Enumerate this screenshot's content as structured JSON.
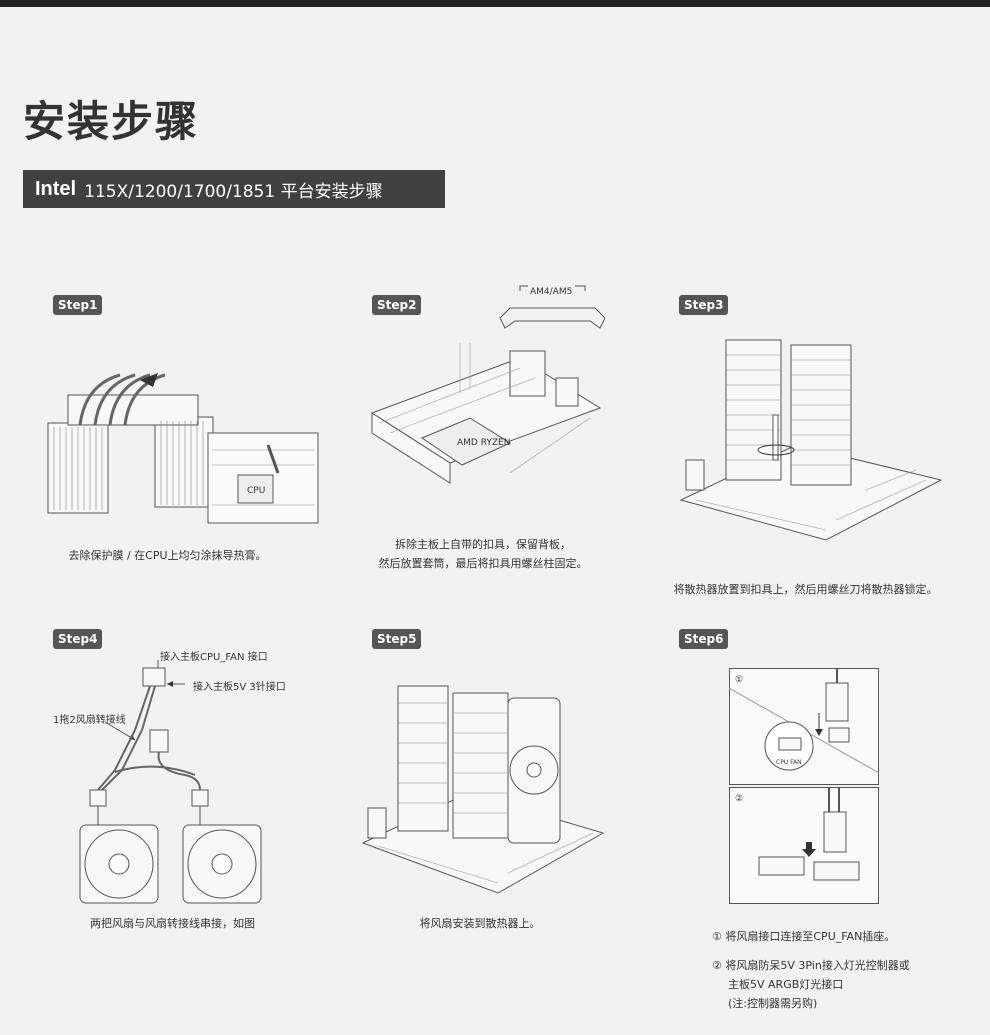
{
  "page": {
    "title": "安装步骤",
    "section_brand": "Intel",
    "section_text": "115X/1200/1700/1851 平台安装步骤"
  },
  "steps": [
    {
      "badge": "Step1",
      "caption_lines": [
        "去除保护膜 / 在CPU上均匀涂抹导热膏。"
      ],
      "labels": {
        "cpu": "CPU"
      }
    },
    {
      "badge": "Step2",
      "caption_lines": [
        "拆除主板上自带的扣具，保留背板，",
        "然后放置套筒，最后将扣具用螺丝柱固定。"
      ],
      "labels": {
        "bracket": "AM4/AM5",
        "chip": "AMD RYZEN"
      }
    },
    {
      "badge": "Step3",
      "caption_lines": [
        "将散热器放置到扣具上，然后用螺丝刀将散热器锁定。"
      ]
    },
    {
      "badge": "Step4",
      "caption_lines": [
        "两把风扇与风扇转接线串接，如图"
      ],
      "labels": {
        "cpu_fan": "接入主板CPU_FAN 接口",
        "pin5v": "接入主板5V 3针接口",
        "splitter": "1拖2风扇转接线"
      }
    },
    {
      "badge": "Step5",
      "caption_lines": [
        "将风扇安装到散热器上。"
      ]
    },
    {
      "badge": "Step6",
      "labels": {
        "panel1": "①",
        "panel2": "②",
        "cpu_fan_tag": "CPU FAN"
      },
      "notes": [
        {
          "num": "①",
          "lines": [
            "将风扇接口连接至CPU_FAN插座。"
          ]
        },
        {
          "num": "②",
          "lines": [
            "将风扇防呆5V 3Pin接入灯光控制器或",
            "主板5V ARGB灯光接口",
            "(注:控制器需另购)"
          ]
        }
      ]
    }
  ]
}
